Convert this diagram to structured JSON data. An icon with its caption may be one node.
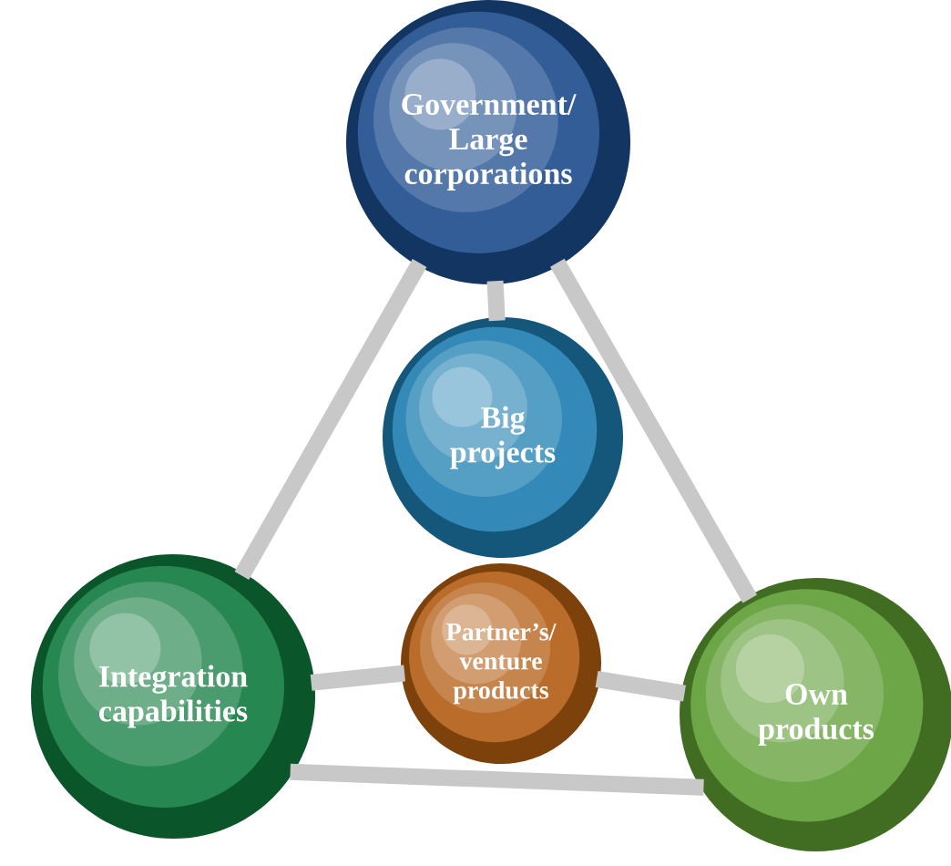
{
  "diagram": {
    "nodes": [
      {
        "text": [
          "Government/ Large corporations"
        ]
      },
      {
        "text": [
          "Big projects"
        ]
      },
      {
        "text": [
          "Integration capabilities"
        ]
      },
      {
        "text": [
          "Partner’s/ venture products"
        ]
      },
      {
        "text": [
          "Own products"
        ]
      }
    ],
    "edges": [
      {
        "from": 0,
        "to": 1,
        "arrow": "none"
      },
      {
        "from": 0,
        "to": 2,
        "arrow": "none"
      },
      {
        "from": 0,
        "to": 4,
        "arrow": "none"
      },
      {
        "from": 2,
        "to": 4,
        "arrow": "none"
      },
      {
        "from": 2,
        "to": 3,
        "arrow": "none"
      },
      {
        "from": 3,
        "to": 4,
        "arrow": "none"
      }
    ]
  }
}
